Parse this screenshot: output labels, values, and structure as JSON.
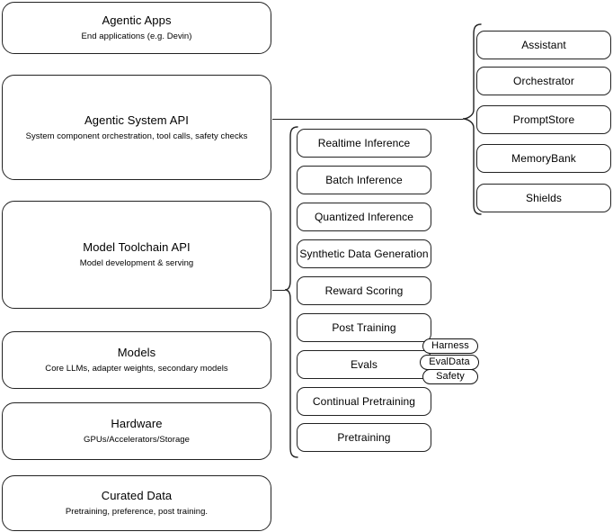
{
  "diagram": {
    "title": "Llama Stack layered architecture diagram",
    "stroke_color": "#222222",
    "background_color": "#ffffff"
  },
  "left_stack": {
    "name": "layers",
    "items": [
      {
        "id": "agentic-apps",
        "title": "Agentic Apps",
        "subtitle": "End applications (e.g. Devin)"
      },
      {
        "id": "agentic-system-api",
        "title": "Agentic System API",
        "subtitle": "System component orchestration, tool calls, safety checks"
      },
      {
        "id": "model-toolchain-api",
        "title": "Model Toolchain API",
        "subtitle": "Model development & serving"
      },
      {
        "id": "models",
        "title": "Models",
        "subtitle": "Core LLMs, adapter weights, secondary models"
      },
      {
        "id": "hardware",
        "title": "Hardware",
        "subtitle": "GPUs/Accelerators/Storage"
      },
      {
        "id": "curated-data",
        "title": "Curated Data",
        "subtitle": "Pretraining, preference, post training."
      }
    ]
  },
  "toolchain_capabilities": {
    "name": "model-toolchain-capabilities",
    "items": [
      {
        "id": "realtime-inference",
        "title": "Realtime Inference"
      },
      {
        "id": "batch-inference",
        "title": "Batch Inference"
      },
      {
        "id": "quantized-inference",
        "title": "Quantized Inference"
      },
      {
        "id": "synthetic-data-generation",
        "title": "Synthetic Data Generation"
      },
      {
        "id": "reward-scoring",
        "title": "Reward Scoring"
      },
      {
        "id": "post-training",
        "title": "Post Training"
      },
      {
        "id": "evals",
        "title": "Evals"
      },
      {
        "id": "continual-pretraining",
        "title": "Continual Pretraining"
      },
      {
        "id": "pretraining",
        "title": "Pretraining"
      }
    ]
  },
  "evals_badges": {
    "name": "evals-sub-components",
    "items": [
      {
        "id": "harness",
        "title": "Harness"
      },
      {
        "id": "evaldata",
        "title": "EvalData"
      },
      {
        "id": "safety",
        "title": "Safety"
      }
    ]
  },
  "system_capabilities": {
    "name": "agentic-system-components",
    "items": [
      {
        "id": "assistant",
        "title": "Assistant"
      },
      {
        "id": "orchestrator",
        "title": "Orchestrator"
      },
      {
        "id": "promptstore",
        "title": "PromptStore"
      },
      {
        "id": "memorybank",
        "title": "MemoryBank"
      },
      {
        "id": "shields",
        "title": "Shields"
      }
    ]
  }
}
